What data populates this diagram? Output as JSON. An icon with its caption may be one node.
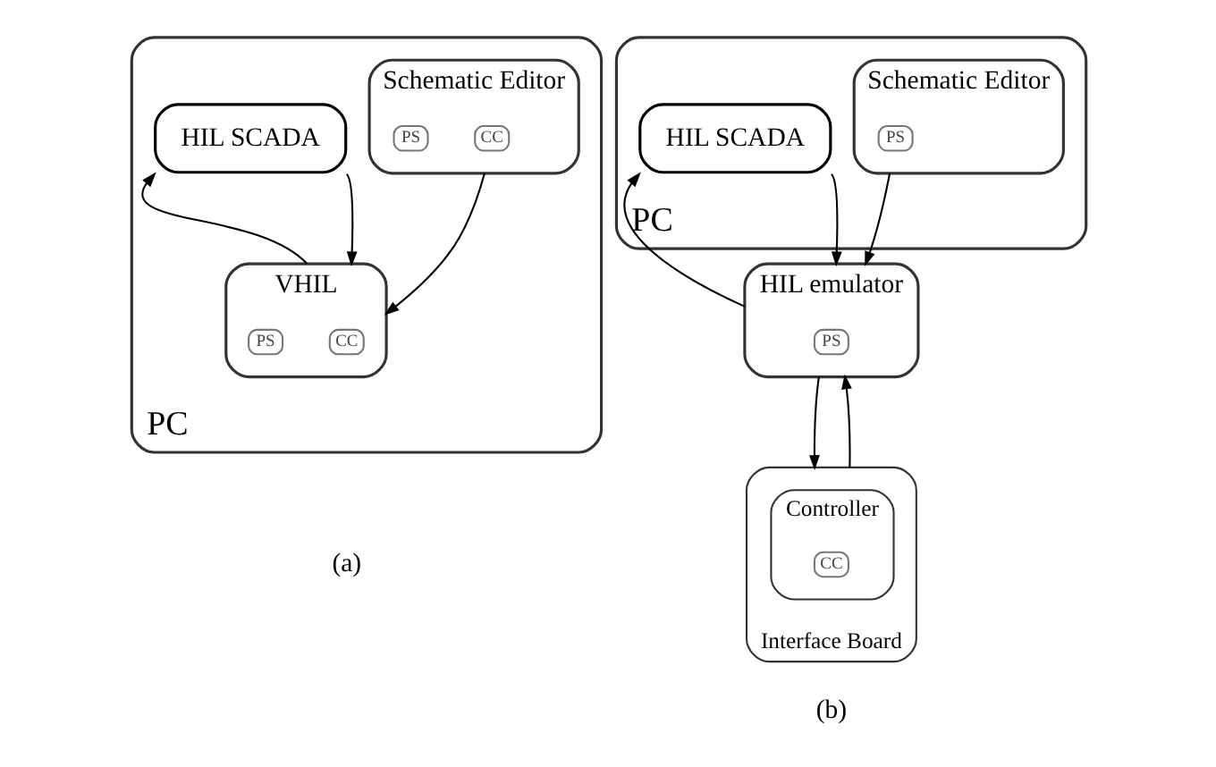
{
  "diagram": {
    "nodes": [
      {
        "text": [
          "PC"
        ]
      },
      {
        "text": [
          "Schematic Editor"
        ],
        "in": 0
      },
      {
        "text": [
          "CC"
        ],
        "in": 1
      },
      {
        "text": [
          "PS"
        ],
        "in": 1
      },
      {
        "text": [
          "HIL SCADA"
        ],
        "in": 0
      },
      {
        "text": [
          "VHIL"
        ],
        "in": 0
      },
      {
        "text": [
          "CC"
        ],
        "in": 5
      },
      {
        "text": [
          "PS"
        ],
        "in": 5
      },
      {
        "text": [
          "PC"
        ]
      },
      {
        "text": [
          "Schematic Editor"
        ],
        "in": 8
      },
      {
        "text": [
          "PS"
        ],
        "in": 9
      },
      {
        "text": [
          "HIL SCADA"
        ],
        "in": 8
      },
      {
        "text": [
          "HIL emulator"
        ]
      },
      {
        "text": [
          "PS"
        ],
        "in": 12
      },
      {
        "text": [
          "Interface Board"
        ]
      },
      {
        "text": [
          "Controller"
        ],
        "in": 14
      },
      {
        "text": [
          "CC"
        ],
        "in": 15
      }
    ],
    "edges": [
      {
        "from": 1,
        "to": 5,
        "arrow": "to"
      },
      {
        "from": 5,
        "to": 4,
        "arrow": "to"
      },
      {
        "from": 4,
        "to": 5,
        "arrow": "to"
      },
      {
        "from": 9,
        "to": 12,
        "arrow": "to"
      },
      {
        "from": 12,
        "to": 11,
        "arrow": "to"
      },
      {
        "from": 11,
        "to": 12,
        "arrow": "to"
      },
      {
        "from": 12,
        "to": 14,
        "arrow": "to"
      },
      {
        "from": 14,
        "to": 12,
        "arrow": "to"
      }
    ],
    "labels": [
      "(a)",
      "(b)"
    ]
  }
}
